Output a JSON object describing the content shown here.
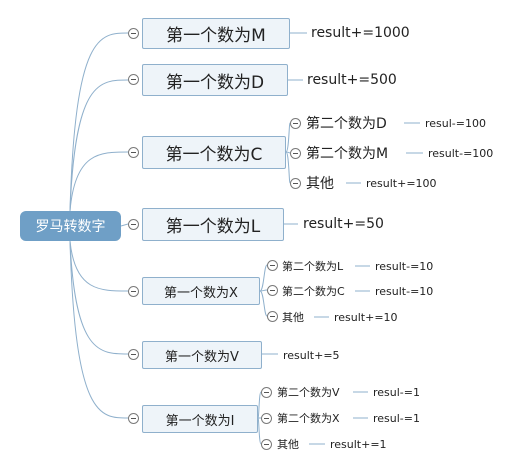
{
  "root": {
    "label": "罗马转数字"
  },
  "branches": [
    {
      "label": "第一个数为M",
      "result": "result+=1000"
    },
    {
      "label": "第一个数为D",
      "result": "result+=500"
    },
    {
      "label": "第一个数为C",
      "children": [
        {
          "label": "第二个数为D",
          "result": "resul-=100"
        },
        {
          "label": "第二个数为M",
          "result": "result-=100"
        },
        {
          "label": "其他",
          "result": "result+=100"
        }
      ]
    },
    {
      "label": "第一个数为L",
      "result": "result+=50"
    },
    {
      "label": "第一个数为X",
      "children": [
        {
          "label": "第二个数为L",
          "result": "result-=10"
        },
        {
          "label": "第二个数为C",
          "result": "result-=10"
        },
        {
          "label": "其他",
          "result": "result+=10"
        }
      ]
    },
    {
      "label": "第一个数为V",
      "result": "result+=5"
    },
    {
      "label": "第一个数为I",
      "children": [
        {
          "label": "第二个数为V",
          "result": "resul-=1"
        },
        {
          "label": "第二个数为X",
          "result": "resul-=1"
        },
        {
          "label": "其他",
          "result": "result+=1"
        }
      ]
    }
  ]
}
